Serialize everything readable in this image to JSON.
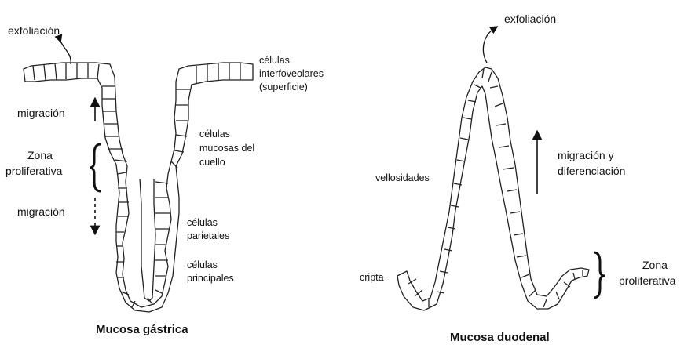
{
  "gastric": {
    "exfoliation": "exfoliación",
    "migration_up": "migración",
    "zone_line1": "Zona",
    "zone_line2": "proliferativa",
    "migration_down": "migración",
    "interfoveolar_1": "células",
    "interfoveolar_2": "interfoveolares",
    "interfoveolar_3": "(superficie)",
    "neck_1": "células",
    "neck_2": "mucosas del",
    "neck_3": "cuello",
    "parietal_1": "células",
    "parietal_2": "parietales",
    "principal_1": "células",
    "principal_2": "principales",
    "caption": "Mucosa gástrica"
  },
  "duodenal": {
    "exfoliation": "exfoliación",
    "villi": "vellosidades",
    "migration_1": "migración y",
    "migration_2": "diferenciación",
    "crypt": "cripta",
    "zone_line1": "Zona",
    "zone_line2": "proliferativa",
    "caption": "Mucosa duodenal"
  }
}
